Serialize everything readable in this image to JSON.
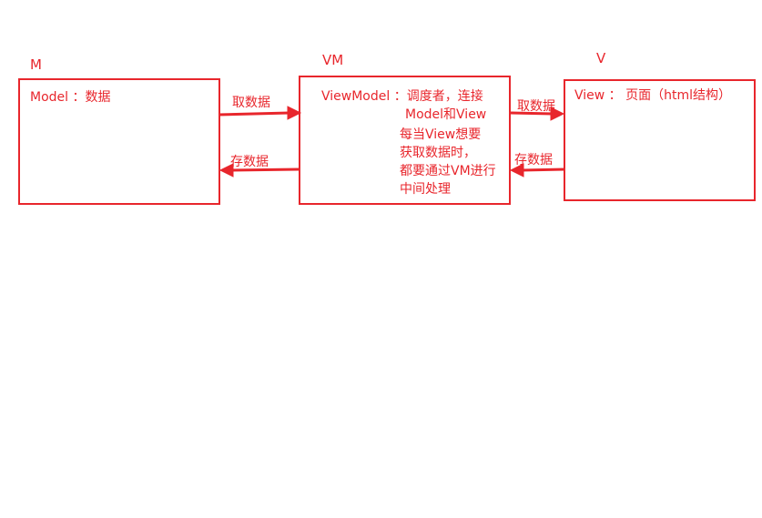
{
  "diagram": {
    "model": {
      "title": "M",
      "label": "Model  ：数据"
    },
    "viewmodel": {
      "title": "VM",
      "label": "ViewModel  ：调度者，连接",
      "label2": "Model和View",
      "note": [
        "每当View想要",
        "获取数据时，",
        "都要通过VM进行",
        "中间处理"
      ]
    },
    "view": {
      "title": "V",
      "label": "View  ：  页面（html结构）"
    },
    "arrows": {
      "m_to_vm_top": "取数据",
      "vm_to_m_bottom": "存数据",
      "vm_to_v_top": "取数据",
      "v_to_vm_bottom": "存数据"
    },
    "colors": {
      "stroke": "#e8262c"
    }
  }
}
